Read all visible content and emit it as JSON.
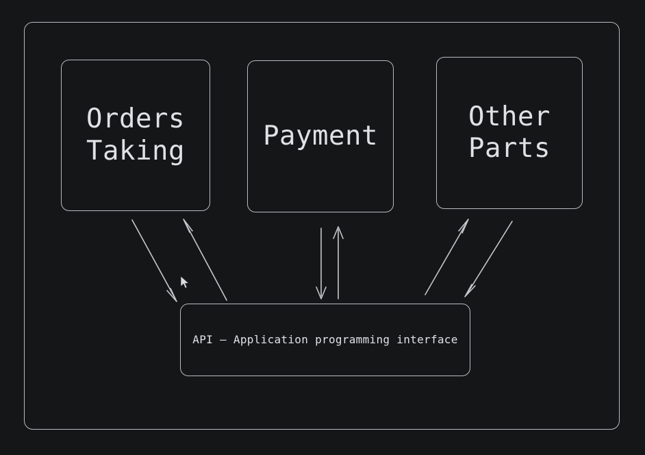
{
  "diagram": {
    "background_color": "#141618",
    "line_color": "#b9bcbf",
    "text_color": "#dfe2e4",
    "container": {
      "name": "system-boundary"
    },
    "components": [
      {
        "id": "orders-taking",
        "label": "Orders\nTaking"
      },
      {
        "id": "payment",
        "label": "Payment"
      },
      {
        "id": "other-parts",
        "label": "Other\nParts"
      }
    ],
    "api": {
      "id": "api",
      "label": "API – Application programming interface"
    },
    "connections": [
      {
        "id": "orders-to-api",
        "from": "orders-taking",
        "to": "api",
        "direction": "down"
      },
      {
        "id": "api-to-orders",
        "from": "api",
        "to": "orders-taking",
        "direction": "up"
      },
      {
        "id": "payment-to-api",
        "from": "payment",
        "to": "api",
        "direction": "down"
      },
      {
        "id": "api-to-payment",
        "from": "api",
        "to": "payment",
        "direction": "up"
      },
      {
        "id": "api-to-other-parts",
        "from": "api",
        "to": "other-parts",
        "direction": "up"
      },
      {
        "id": "other-parts-to-api",
        "from": "other-parts",
        "to": "api",
        "direction": "down"
      }
    ],
    "cursor": {
      "name": "mouse-pointer"
    }
  }
}
